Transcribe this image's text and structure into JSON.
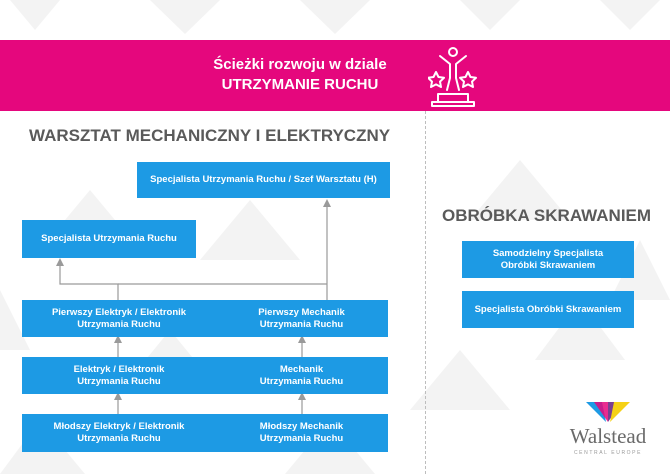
{
  "banner": {
    "title_line1": "Ścieżki rozwoju w dziale",
    "title_line2": "UTRZYMANIE RUCHU",
    "icon": "podium-winner-icon",
    "color": "#e5077d"
  },
  "left_section": {
    "heading": "WARSZTAT MECHANICZNY I ELEKTRYCZNY"
  },
  "right_section": {
    "heading": "OBRÓBKA SKRAWANIEM"
  },
  "boxes": {
    "szef_warsztatu": {
      "line1": "Specjalista Utrzymania Ruchu / Szef Warsztatu (H)"
    },
    "specjalista_ur": {
      "line1": "Specjalista Utrzymania Ruchu"
    },
    "pierwszy_elektryk": {
      "line1": "Pierwszy Elektryk / Elektronik",
      "line2": "Utrzymania Ruchu"
    },
    "pierwszy_mechanik": {
      "line1": "Pierwszy Mechanik",
      "line2": "Utrzymania Ruchu"
    },
    "elektryk": {
      "line1": "Elektryk / Elektronik",
      "line2": "Utrzymania Ruchu"
    },
    "mechanik": {
      "line1": "Mechanik",
      "line2": "Utrzymania Ruchu"
    },
    "mlodszy_elektryk": {
      "line1": "Młodszy Elektryk / Elektronik",
      "line2": "Utrzymania Ruchu"
    },
    "mlodszy_mechanik": {
      "line1": "Młodszy Mechanik",
      "line2": "Utrzymania Ruchu"
    },
    "samodzielny_specjalista_os": {
      "line1": "Samodzielny Specjalista",
      "line2": "Obróbki Skrawaniem"
    },
    "specjalista_os": {
      "line1": "Specjalista Obróbki Skrawaniem"
    }
  },
  "colors": {
    "box": "#1d9ae4",
    "heading": "#5a5a5a",
    "connector": "#9a9a9a"
  },
  "logo": {
    "name": "Walstead",
    "sub": "CENTRAL EUROPE",
    "icon": "walstead-butterfly-logo"
  }
}
